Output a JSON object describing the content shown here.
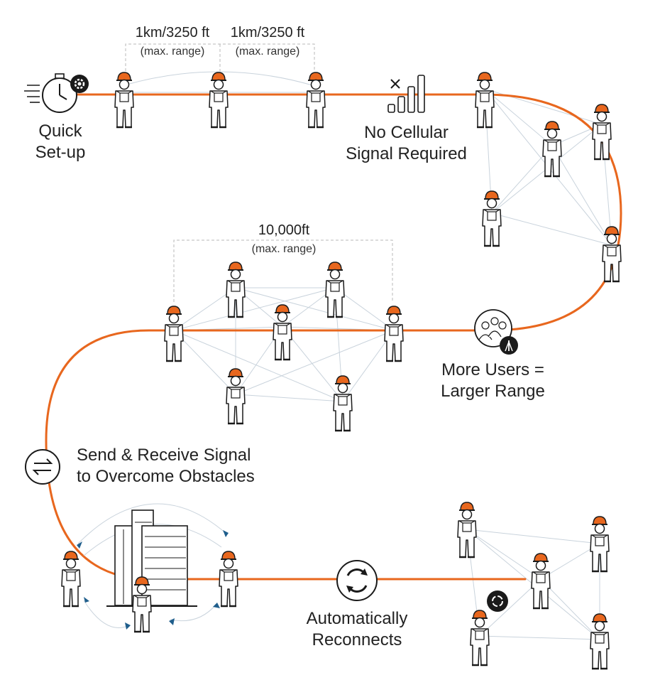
{
  "labels": {
    "quick_setup_1": "Quick",
    "quick_setup_2": "Set-up",
    "range1_value": "1km/3250 ft",
    "range1_sub": "(max. range)",
    "range2_value": "1km/3250 ft",
    "range2_sub": "(max. range)",
    "no_cellular_1": "No Cellular",
    "no_cellular_2": "Signal Required",
    "range3_value": "10,000ft",
    "range3_sub": "(max. range)",
    "more_users_1": "More Users =",
    "more_users_2": "Larger Range",
    "send_receive_1": "Send & Receive Signal",
    "send_receive_2": "to Overcome Obstacles",
    "reconnect_1": "Automatically",
    "reconnect_2": "Reconnects"
  },
  "icons": {
    "stopwatch": "stopwatch-gear-icon",
    "signal": "no-signal-bars-icon",
    "users": "group-antenna-icon",
    "swap": "two-way-arrows-icon",
    "reconnect": "circular-arrows-icon",
    "building": "city-buildings-icon"
  },
  "colors": {
    "route": "#E8671E",
    "helmet": "#E8671E",
    "link": "#C9D3DC",
    "ink": "#1A1A1A",
    "arrow": "#1F5E8C"
  }
}
